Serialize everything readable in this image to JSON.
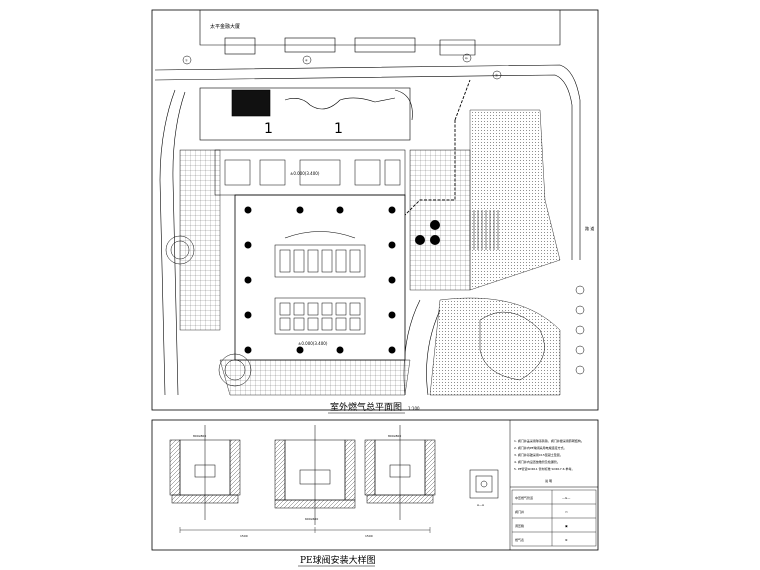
{
  "plan": {
    "top_building_label": "太平金融大厦",
    "grid_marks": [
      "①",
      "⑥",
      "⑩",
      "⑪"
    ],
    "big_marks": [
      "1",
      "1"
    ],
    "title": "室外燃气总平面图",
    "scale": "1:100",
    "elevations": [
      "±0.000(3.400)",
      "±0.000(3.400)"
    ],
    "right_road_label": "路 道"
  },
  "details": {
    "title": "PE球阀安装大样图",
    "dims": [
      "800x800",
      "600x600",
      "800x800"
    ],
    "spans": [
      "1500",
      "1500"
    ],
    "notes_heading": "说 明",
    "notes": [
      "1. 阀门井盖采用球墨铸铁，阀门井壁采用砖砌结构。",
      "2. 阀门井内PE球阀采用电熔连接方式。",
      "3. 阀门井基础采用C15混凝土垫层。",
      "4. 阀门井内设置放散管及检漏管。",
      "5. PE管道SDR11 管材标准 SDR17.6 参考。"
    ],
    "legend": {
      "rows": [
        {
          "name": "中压燃气管道",
          "sym": "—G—"
        },
        {
          "name": "阀门井",
          "sym": "▭"
        },
        {
          "name": "调压箱",
          "sym": "▣"
        },
        {
          "name": "燃气表",
          "sym": "⊗"
        }
      ]
    },
    "small_detail_caption": "A—A"
  }
}
